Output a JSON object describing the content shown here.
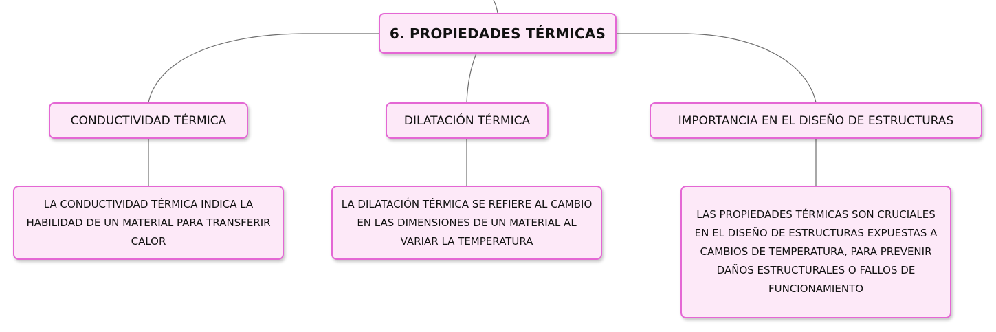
{
  "colors": {
    "node_fill": "#fde9f8",
    "node_border": "#e467d4",
    "connector": "#6e6e6e"
  },
  "root": {
    "label": "6. PROPIEDADES TÉRMICAS"
  },
  "branches": [
    {
      "label": "CONDUCTIVIDAD TÉRMICA",
      "detail": "LA CONDUCTIVIDAD TÉRMICA INDICA LA HABILIDAD DE UN MATERIAL PARA TRANSFERIR CALOR"
    },
    {
      "label": "DILATACIÓN TÉRMICA",
      "detail": "LA DILATACIÓN TÉRMICA SE REFIERE AL CAMBIO EN LAS DIMENSIONES DE UN MATERIAL AL VARIAR LA TEMPERATURA"
    },
    {
      "label": "IMPORTANCIA EN EL DISEÑO DE ESTRUCTURAS",
      "detail": "LAS PROPIEDADES TÉRMICAS SON CRUCIALES EN EL DISEÑO DE ESTRUCTURAS EXPUESTAS A CAMBIOS DE TEMPERATURA, PARA PREVENIR DAÑOS ESTRUCTURALES O FALLOS DE FUNCIONAMIENTO"
    }
  ]
}
